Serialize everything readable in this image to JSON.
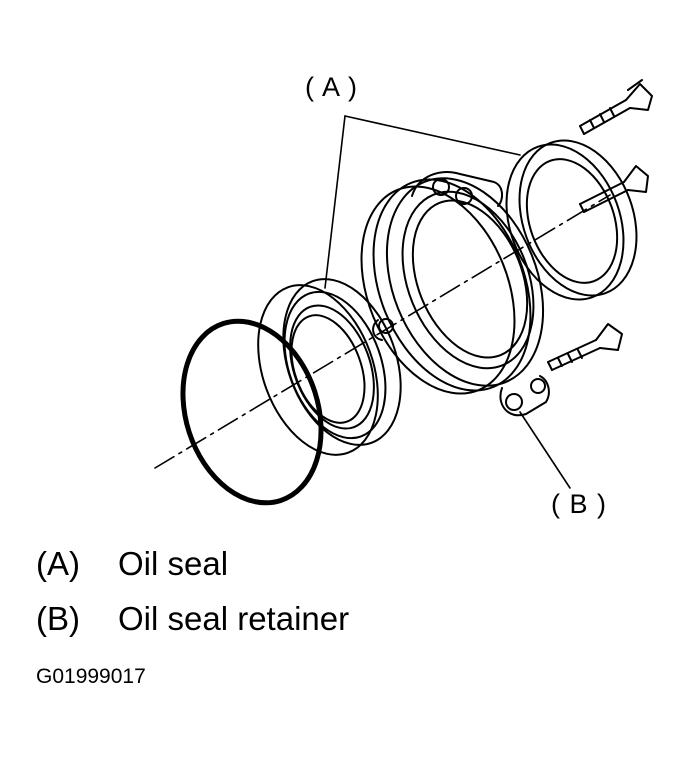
{
  "callouts": {
    "a": "( A )",
    "b": "( B )"
  },
  "legend": [
    {
      "key": "(A)",
      "label": "Oil seal"
    },
    {
      "key": "(B)",
      "label": "Oil seal retainer"
    }
  ],
  "figure_code": "G01999017",
  "colors": {
    "ink": "#000000",
    "background": "#ffffff"
  }
}
